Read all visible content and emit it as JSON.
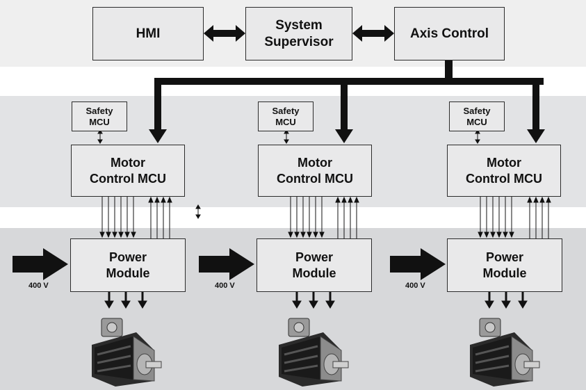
{
  "supervisory": {
    "hmi": "HMI",
    "system_supervisor": "System\nSupervisor",
    "axis_control": "Axis Control"
  },
  "axes": [
    {
      "safety": "Safety\nMCU",
      "motor_control": "Motor\nControl MCU",
      "power": "Power\nModule",
      "voltage": "400 V"
    },
    {
      "safety": "Safety\nMCU",
      "motor_control": "Motor\nControl MCU",
      "power": "Power\nModule",
      "voltage": "400 V"
    },
    {
      "safety": "Safety\nMCU",
      "motor_control": "Motor\nControl MCU",
      "power": "Power\nModule",
      "voltage": "400 V"
    }
  ],
  "colors": {
    "top_band": "#efefef",
    "mid_band": "#e2e3e5",
    "bottom_band": "#d7d8da",
    "box_fill": "#e9e9ea",
    "stroke": "#111111"
  }
}
